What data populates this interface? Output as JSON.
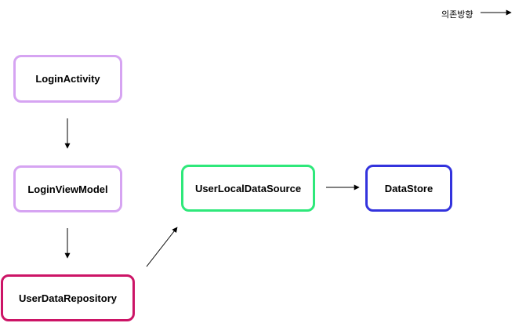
{
  "legend": {
    "label": "의존방향"
  },
  "nodes": {
    "login_activity": {
      "label": "LoginActivity",
      "color": "#d6a4f2"
    },
    "login_view_model": {
      "label": "LoginViewModel",
      "color": "#d6a4f2"
    },
    "user_data_repository": {
      "label": "UserDataRepository",
      "color": "#cc1466"
    },
    "user_local_data_source": {
      "label": "UserLocalDataSource",
      "color": "#2ee87a"
    },
    "data_store": {
      "label": "DataStore",
      "color": "#3333dd"
    }
  },
  "edges": [
    {
      "from": "LoginActivity",
      "to": "LoginViewModel"
    },
    {
      "from": "LoginViewModel",
      "to": "UserDataRepository"
    },
    {
      "from": "UserDataRepository",
      "to": "UserLocalDataSource"
    },
    {
      "from": "UserLocalDataSource",
      "to": "DataStore"
    }
  ],
  "edge_color": "#000000"
}
